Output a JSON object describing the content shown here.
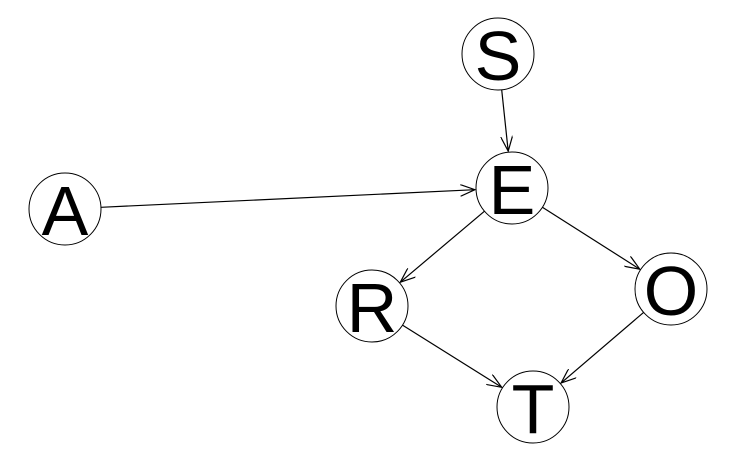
{
  "diagram": {
    "nodes": [
      {
        "id": "S",
        "label": "S"
      },
      {
        "id": "E",
        "label": "E"
      },
      {
        "id": "A",
        "label": "A"
      },
      {
        "id": "R",
        "label": "R"
      },
      {
        "id": "O",
        "label": "O"
      },
      {
        "id": "T",
        "label": "T"
      }
    ],
    "edges": [
      {
        "from": "S",
        "to": "E"
      },
      {
        "from": "A",
        "to": "E"
      },
      {
        "from": "E",
        "to": "R"
      },
      {
        "from": "E",
        "to": "O"
      },
      {
        "from": "R",
        "to": "T"
      },
      {
        "from": "O",
        "to": "T"
      }
    ],
    "colors": {
      "stroke": "#000000",
      "fill": "#ffffff"
    }
  }
}
